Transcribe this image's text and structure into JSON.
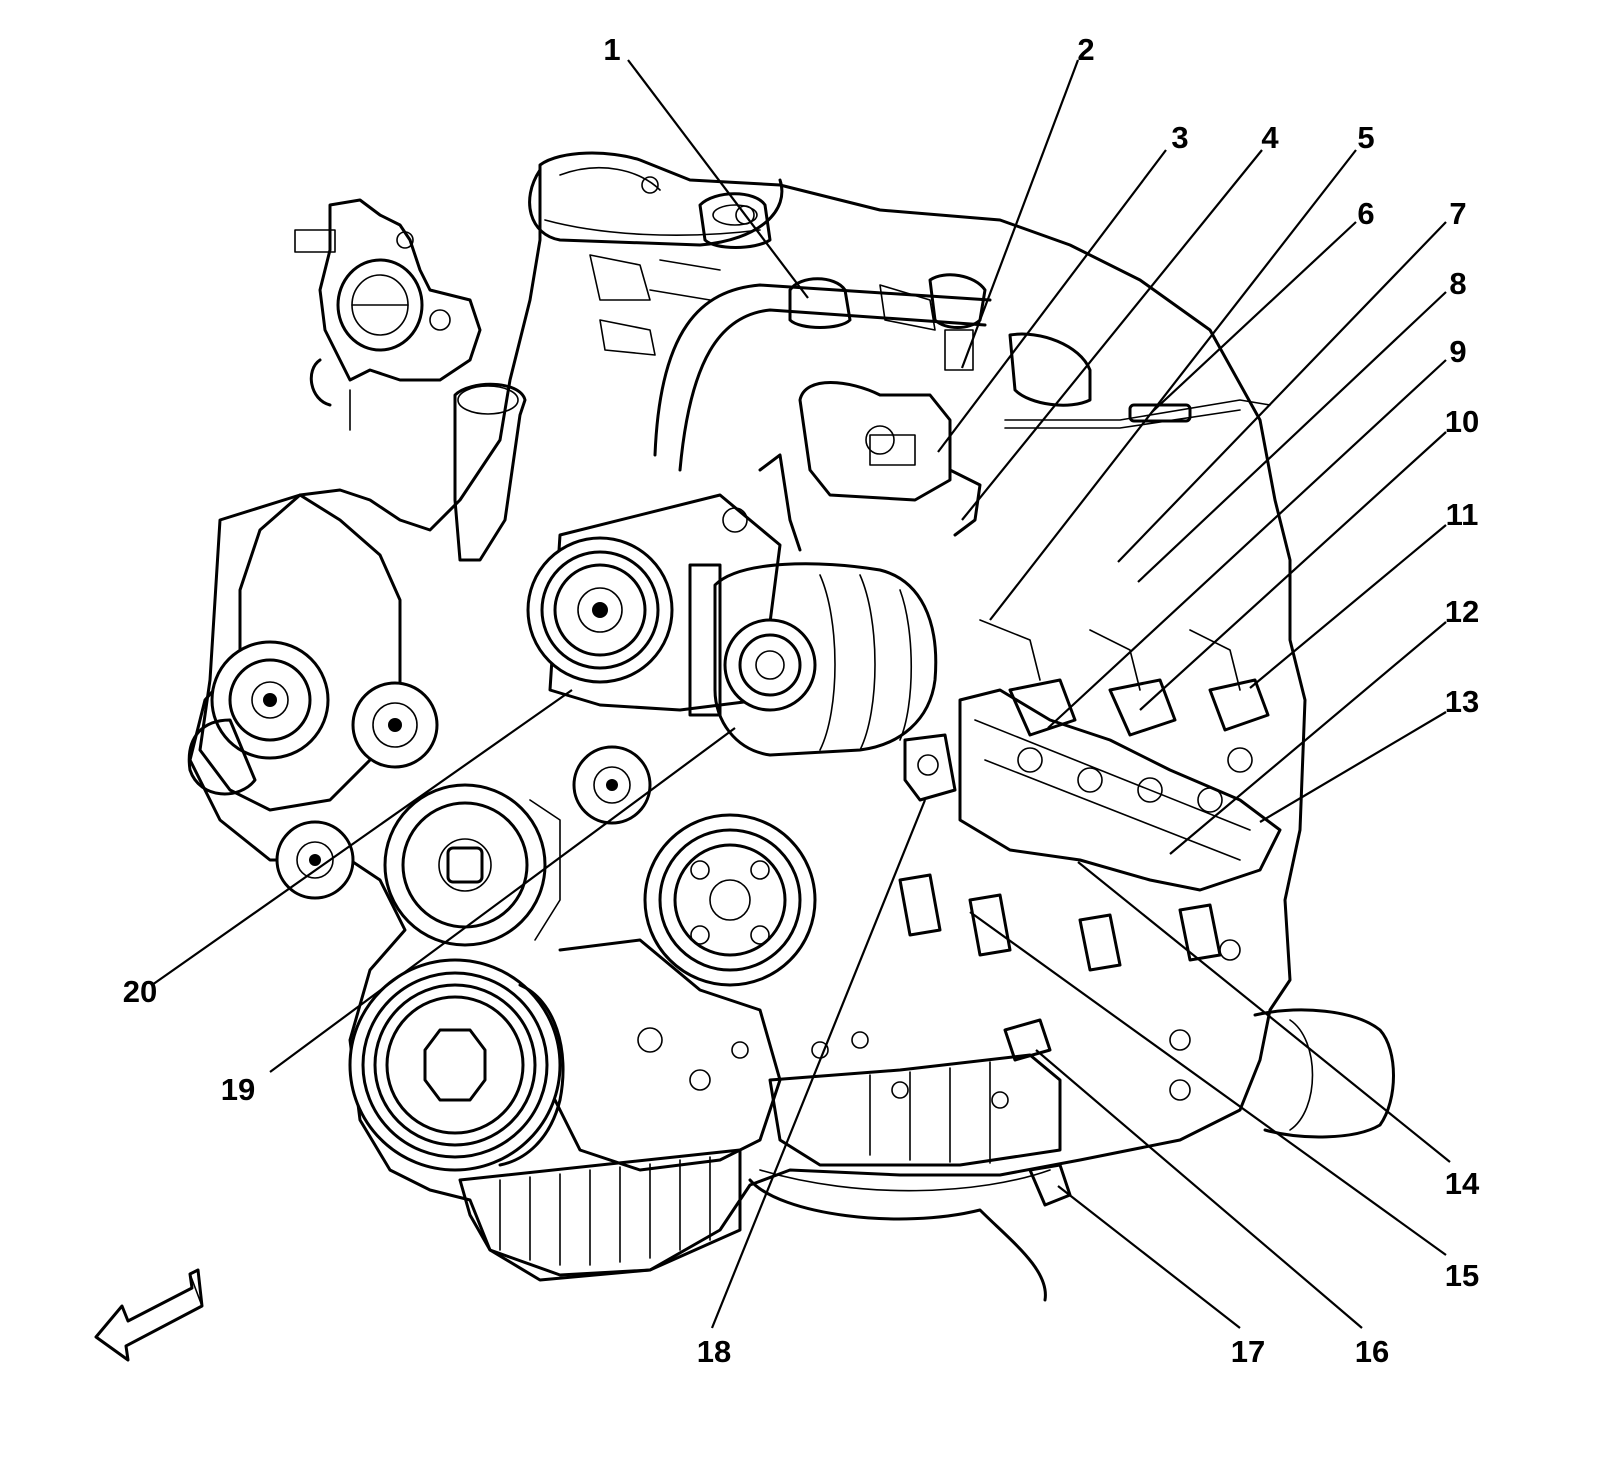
{
  "diagram": {
    "callouts": [
      {
        "id": 1,
        "label": "1"
      },
      {
        "id": 2,
        "label": "2"
      },
      {
        "id": 3,
        "label": "3"
      },
      {
        "id": 4,
        "label": "4"
      },
      {
        "id": 5,
        "label": "5"
      },
      {
        "id": 6,
        "label": "6"
      },
      {
        "id": 7,
        "label": "7"
      },
      {
        "id": 8,
        "label": "8"
      },
      {
        "id": 9,
        "label": "9"
      },
      {
        "id": 10,
        "label": "10"
      },
      {
        "id": 11,
        "label": "11"
      },
      {
        "id": 12,
        "label": "12"
      },
      {
        "id": 13,
        "label": "13"
      },
      {
        "id": 14,
        "label": "14"
      },
      {
        "id": 15,
        "label": "15"
      },
      {
        "id": 16,
        "label": "16"
      },
      {
        "id": 17,
        "label": "17"
      },
      {
        "id": 18,
        "label": "18"
      },
      {
        "id": 19,
        "label": "19"
      },
      {
        "id": 20,
        "label": "20"
      }
    ],
    "colors": {
      "line": "#000000",
      "background": "#ffffff"
    },
    "orientation_arrow": "front-direction-arrow"
  }
}
